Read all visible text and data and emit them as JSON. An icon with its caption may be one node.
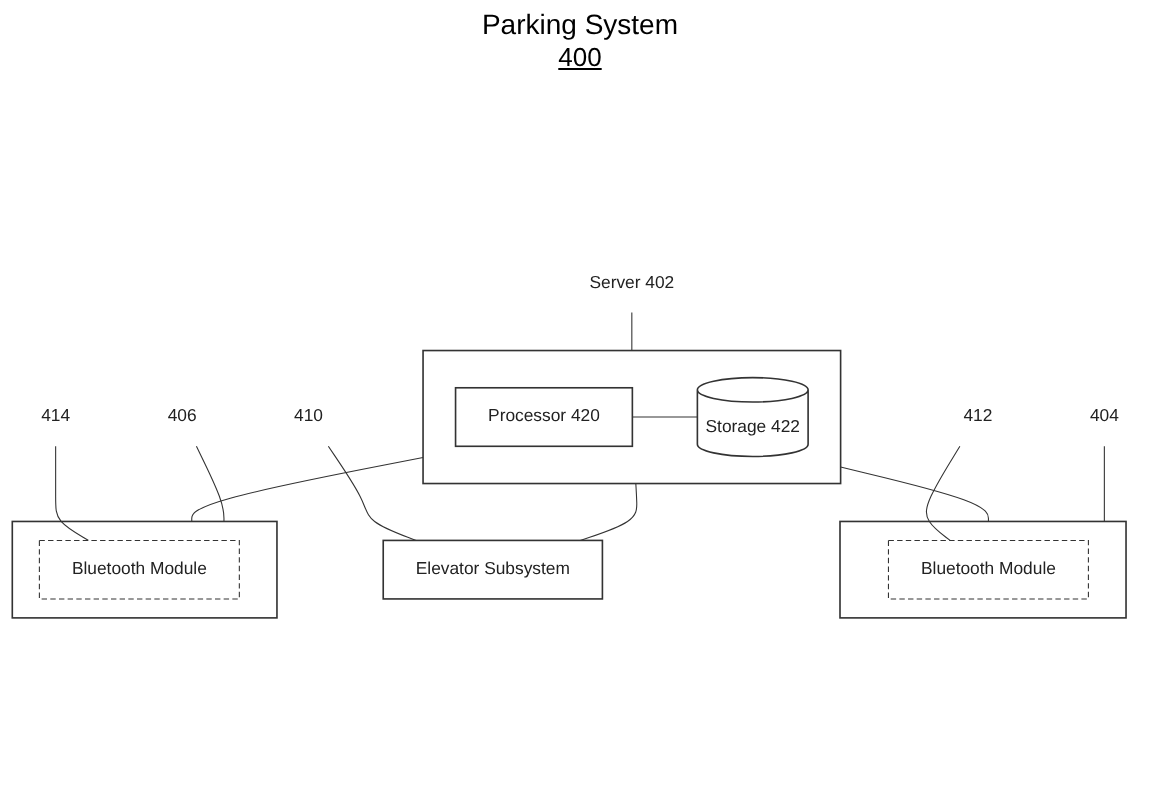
{
  "diagram": {
    "title": "Parking System",
    "nodes": [
      {
        "text": [],
        "shape": "box"
      },
      {
        "text": [
          "Processor 420"
        ],
        "in": 0
      },
      {
        "text": [
          "Storage 422"
        ],
        "in": 0
      },
      {
        "text": [
          "Elevator Subsystem"
        ]
      },
      {
        "text": [],
        "shape": "box"
      },
      {
        "text": [
          "Bluetooth Module"
        ],
        "in": 4
      },
      {
        "text": [],
        "shape": "box"
      },
      {
        "text": [
          "Bluetooth Module"
        ],
        "in": 6
      },
      {
        "text": [
          "Server 402"
        ]
      },
      {
        "text": [
          "410"
        ]
      },
      {
        "text": [
          "412"
        ]
      },
      {
        "text": [
          "404"
        ]
      },
      {
        "text": [
          "414"
        ]
      },
      {
        "text": [
          "406"
        ]
      }
    ],
    "edges": [
      {
        "from": 1,
        "to": 2,
        "arrow": "none"
      },
      {
        "from": 0,
        "to": 3,
        "arrow": "none"
      },
      {
        "from": 0,
        "to": 4,
        "arrow": "none"
      },
      {
        "from": 0,
        "to": 6,
        "arrow": "none"
      },
      {
        "from": 8,
        "to": 0,
        "arrow": "none"
      },
      {
        "from": 9,
        "to": 3,
        "arrow": "none"
      },
      {
        "from": 10,
        "to": 5,
        "arrow": "none"
      },
      {
        "from": 11,
        "to": 4,
        "arrow": "none"
      },
      {
        "from": 12,
        "to": 7,
        "arrow": "none"
      },
      {
        "from": 13,
        "to": 6,
        "arrow": "none"
      }
    ],
    "labels": [
      "400"
    ]
  }
}
